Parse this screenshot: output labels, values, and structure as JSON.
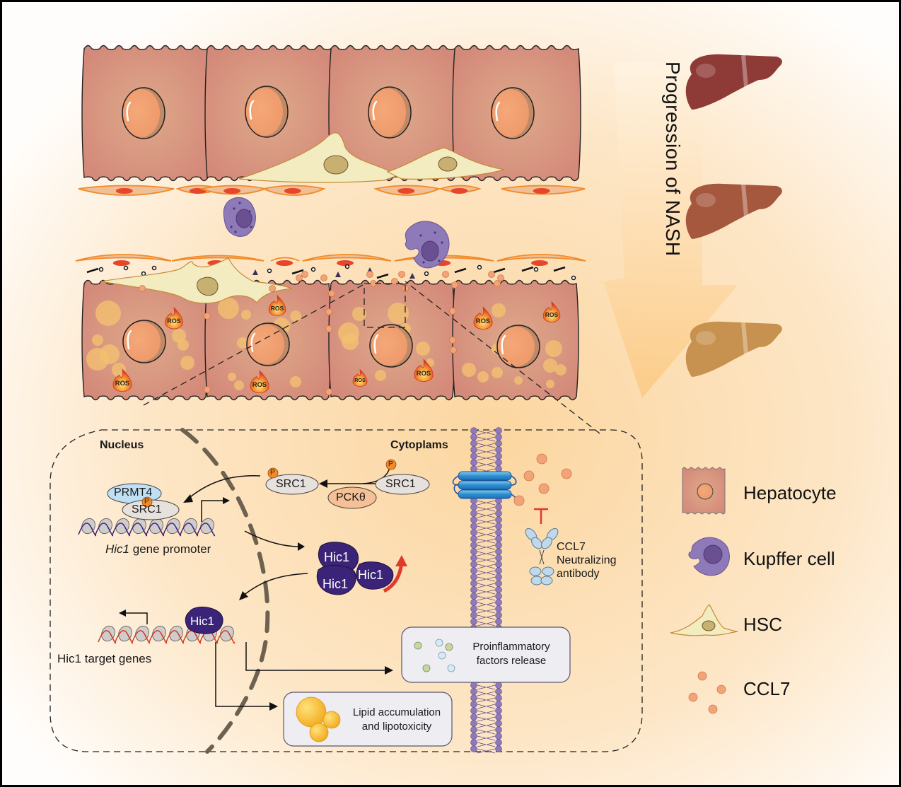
{
  "title": "Progression of NASH",
  "regions": {
    "nucleus_label": "Nucleus",
    "cytoplasm_label": "Cytoplams"
  },
  "proteins": {
    "prmt4": "PRMT4",
    "src1": "SRC1",
    "src1_phospho": "SRC1",
    "src1_cyto": "SRC1",
    "pckt": "PCKθ",
    "phospho": "P",
    "hic1": "Hic1"
  },
  "labels": {
    "hic1_promoter_gene": "Hic1",
    "hic1_promoter_rest": " gene promoter",
    "hic1_target": "Hic1 target genes",
    "antibody_line1": "CCL7",
    "antibody_line2": "Neutralizing",
    "antibody_line3": "antibody",
    "ros": "ROS"
  },
  "outcomes": {
    "proinflammatory_line1": "Proinflammatory",
    "proinflammatory_line2": "factors release",
    "lipid_line1": "Lipid accumulation",
    "lipid_line2": "and lipotoxicity"
  },
  "legend": [
    {
      "label": "Hepatocyte",
      "icon": "hepatocyte-icon"
    },
    {
      "label": "Kupffer cell",
      "icon": "kupffer-cell-icon"
    },
    {
      "label": "HSC",
      "icon": "hsc-icon"
    },
    {
      "label": "CCL7",
      "icon": "ccl7-icon"
    }
  ],
  "livers": [
    {
      "stage": "healthy",
      "color": "#8e3a36"
    },
    {
      "stage": "intermediate",
      "color": "#a5583e"
    },
    {
      "stage": "fatty",
      "color": "#c7924f"
    }
  ],
  "colors": {
    "hepatocyte": "#d6907c",
    "nucleus": "#f2a272",
    "kupffer": "#8e7ab8",
    "hsc": "#f3ecc0",
    "ccl7": "#f2a378",
    "hic1": "#3b2478",
    "membrane": "#8e7ab8",
    "arrow_bg": "#fcd9a6",
    "inhibit": "#e03a2a"
  }
}
